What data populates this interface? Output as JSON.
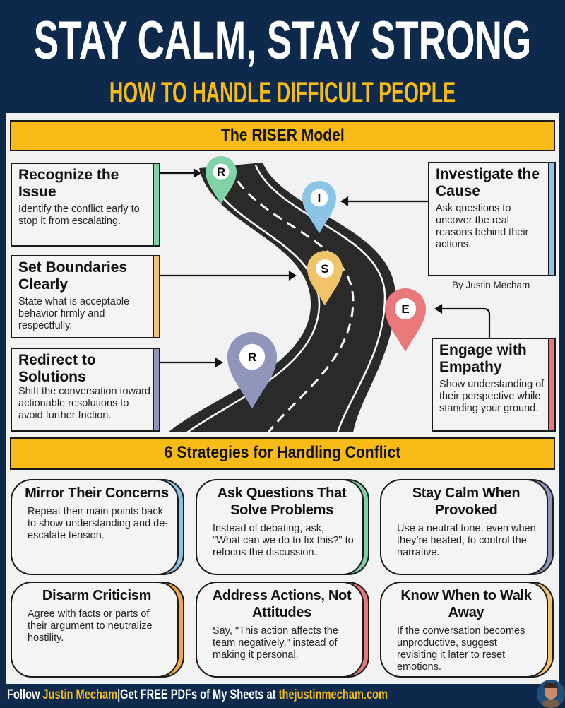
{
  "header": {
    "title": "STAY CALM, STAY STRONG",
    "subtitle": "HOW TO HANDLE DIFFICULT PEOPLE"
  },
  "riser": {
    "heading": "The RISER Model",
    "author": "By Justin Mecham",
    "steps": [
      {
        "letter": "R",
        "title": "Recognize the Issue",
        "text": "Identify the conflict early to stop it from escalating.",
        "color": "#7fd3a6"
      },
      {
        "letter": "I",
        "title": "Investigate the Cause",
        "text": "Ask questions to uncover the real reasons behind their actions.",
        "color": "#8cc4e6"
      },
      {
        "letter": "S",
        "title": "Set Boundaries Clearly",
        "text": "State what is acceptable behavior firmly and respectfully.",
        "color": "#f2c46a"
      },
      {
        "letter": "E",
        "title": "Engage with Empathy",
        "text": "Show understanding of their perspective while standing your ground.",
        "color": "#e8787a"
      },
      {
        "letter": "R",
        "title": "Redirect to Solutions",
        "text": "Shift the conversation toward actionable resolutions to avoid further friction.",
        "color": "#8f95bb"
      }
    ]
  },
  "strategies": {
    "heading": "6 Strategies for Handling Conflict",
    "cards": [
      {
        "title": "Mirror Their Concerns",
        "text": "Repeat their main points back to show understanding and de-escalate tension.",
        "color": "#8cc4e6"
      },
      {
        "title": "Ask Questions That Solve Problems",
        "text": "Instead of debating, ask, \"What can we do to fix this?\" to refocus the discussion.",
        "color": "#7fd3a6"
      },
      {
        "title": "Stay Calm When Provoked",
        "text": "Use a neutral tone, even when they’re heated, to control the narrative.",
        "color": "#8f95bb"
      },
      {
        "title": "Disarm Criticism",
        "text": "Agree with facts or parts of their argument to neutralize hostility.",
        "color": "#f0a84a"
      },
      {
        "title": "Address Actions, Not Attitudes",
        "text": "Say, \"This action affects the team negatively,\" instead of making it personal.",
        "color": "#e8787a"
      },
      {
        "title": "Know When to Walk Away",
        "text": "If the conversation becomes unproductive, suggest revisiting it later to reset emotions.",
        "color": "#f2c46a"
      }
    ]
  },
  "footer": {
    "follow": "Follow",
    "name": "Justin Mecham",
    "sep": "|",
    "cta": "Get FREE PDFs of My Sheets at",
    "site": "thejustinmecham.com"
  }
}
